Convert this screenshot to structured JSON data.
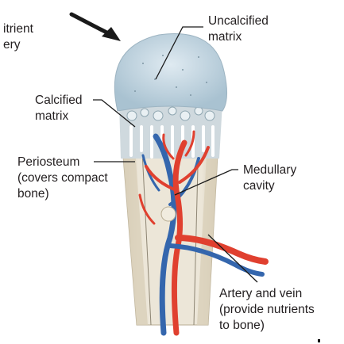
{
  "labels": {
    "nutrient_artery_partial": [
      "itrient",
      "ery"
    ],
    "uncalcified_matrix": [
      "Uncalcified",
      "matrix"
    ],
    "calcified_matrix": [
      "Calcified",
      "matrix"
    ],
    "periosteum": [
      "Periosteum",
      "(covers compact",
      "bone)"
    ],
    "medullary_cavity": [
      "Medullary",
      "cavity"
    ],
    "artery_and_vein": [
      "Artery and vein",
      "(provide nutrients",
      "to bone)"
    ]
  },
  "colors": {
    "cartilage": "#bfd3de",
    "bone_shaft": "#e9e3d3",
    "compact_bone": "#d8cfbb",
    "artery": "#e0402f",
    "vein": "#3466ad",
    "leader_line": "#1a1a1a"
  }
}
